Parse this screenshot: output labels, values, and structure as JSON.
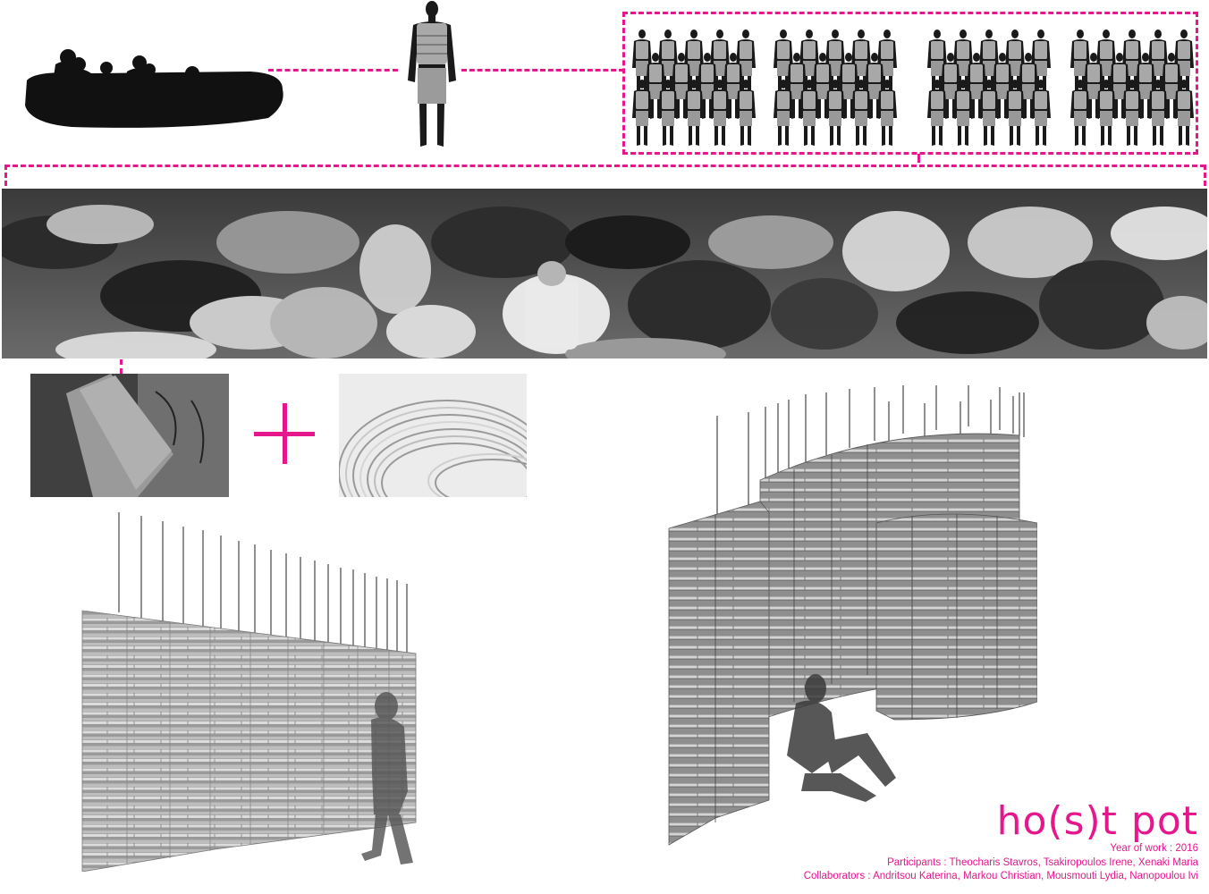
{
  "title_block": {
    "title": "ho(s)t pot",
    "year": "Year of work : 2016",
    "participants": "Participants : Theocharis Stavros, Tsakiropoulos Irene, Xenaki Maria",
    "collaborators": "Collaborators : Andritsou Katerina, Markou Christian, Mousmouti Lydia, Nanopoulou Ivi"
  },
  "colors": {
    "accent": "#e6168c",
    "silhouette": "#111111",
    "vest": "#a8a8a8",
    "wall_light": "#d2d2d2",
    "wall_dark": "#8a8a8a"
  },
  "diagram": {
    "row1": [
      "boat-with-refugees-silhouette",
      "person-in-life-vest-silhouette",
      "crowd-of-life-vest-wearers"
    ],
    "crowd_groups": 4,
    "row2": "photo-pile-of-discarded-life-vests",
    "row3": [
      "photo-life-vest-foam-panel",
      "plus-sign",
      "photo-aluminium-wire-coils"
    ],
    "row4": [
      "render-flat-wall-with-standing-figure",
      "render-curved-enclosure-with-seated-figure"
    ]
  }
}
